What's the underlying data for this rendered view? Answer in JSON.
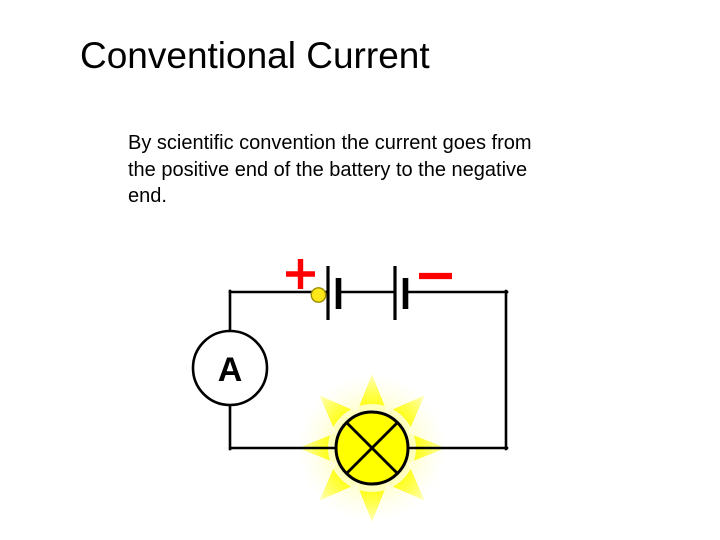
{
  "slide": {
    "title": "Conventional Current",
    "body": "By scientific convention the current goes from the positive end of the battery to the negative end."
  },
  "diagram": {
    "name": "series-circuit-with-ammeter-battery-lamp",
    "ammeter_label": "A",
    "positive_terminal_symbol": "+",
    "negative_terminal_symbol": "−",
    "current_dot_label": "",
    "lamp_label": "",
    "colors": {
      "wire": "#000000",
      "terminal_positive": "#ff0000",
      "terminal_negative": "#ff0000",
      "lamp_fill": "#ffff00",
      "lamp_outline": "#000000",
      "glow_ray": "#ffff33",
      "glow_halo": "#ffffaa",
      "current_dot_fill": "#ffe81a",
      "current_dot_stroke": "#a09000",
      "background": "#ffffff",
      "text": "#000000"
    }
  }
}
